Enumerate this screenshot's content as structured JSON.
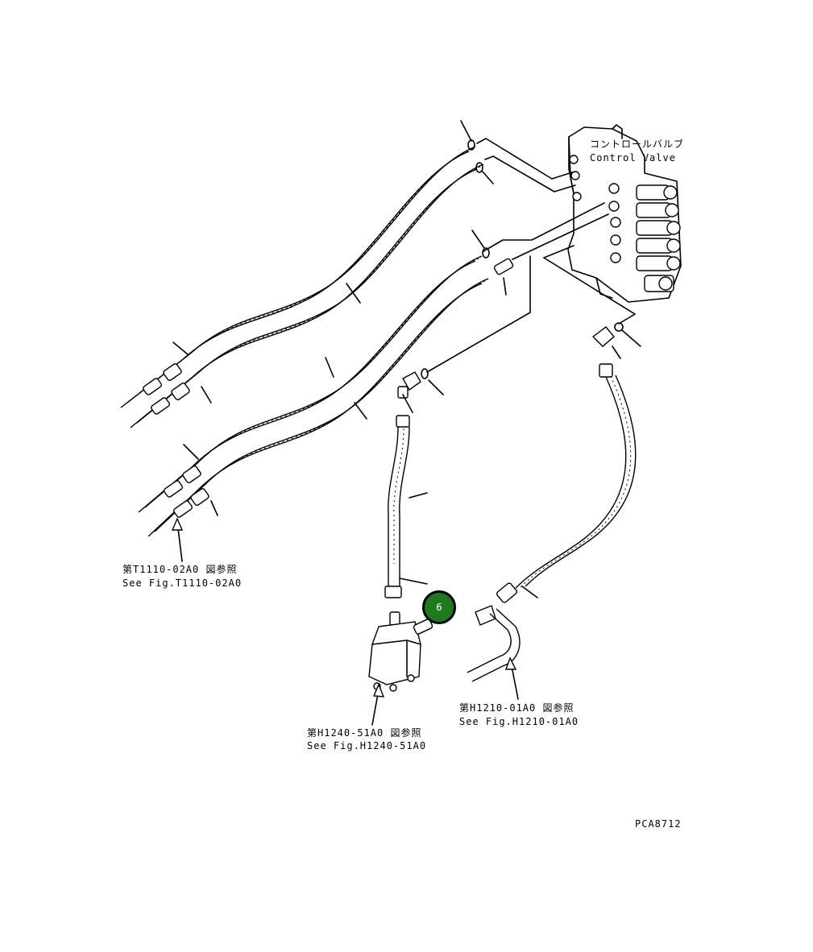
{
  "control_valve": {
    "label_jp": "コントロールバルブ",
    "label_en": "Control Valve"
  },
  "references": {
    "t1110": {
      "jp": "第T1110-02A0 図参照",
      "en": "See Fig.T1110-02A0"
    },
    "h1240": {
      "jp": "第H1240-51A0 図参照",
      "en": "See Fig.H1240-51A0"
    },
    "h1210": {
      "jp": "第H1210-01A0 図参照",
      "en": "See Fig.H1210-01A0"
    }
  },
  "callout": {
    "number": "6",
    "color": "#1f7a1f"
  },
  "drawing_code": "PCA8712"
}
